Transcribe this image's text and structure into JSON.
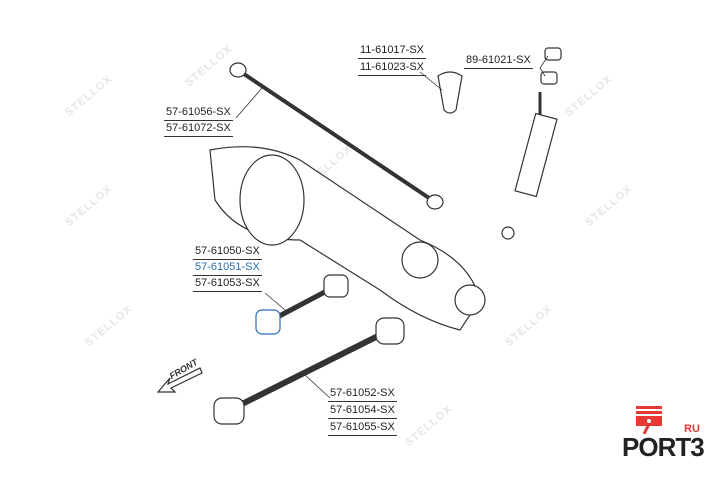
{
  "labels": {
    "top_center": [
      "11-61017-SX",
      "11-61023-SX"
    ],
    "top_right": "89-61021-SX",
    "upper_left": [
      "57-61056-SX",
      "57-61072-SX"
    ],
    "middle_left": [
      "57-61050-SX",
      "57-61051-SX",
      "57-61053-SX"
    ],
    "bottom": [
      "57-61052-SX",
      "57-61054-SX",
      "57-61055-SX"
    ]
  },
  "front_label": "FRONT",
  "watermark": "STELLOX",
  "logo": {
    "text": "PORT3",
    "suffix": "RU"
  },
  "colors": {
    "highlight": "#2b6cb0",
    "logo_red": "#e53935",
    "part_line": "#333333"
  }
}
